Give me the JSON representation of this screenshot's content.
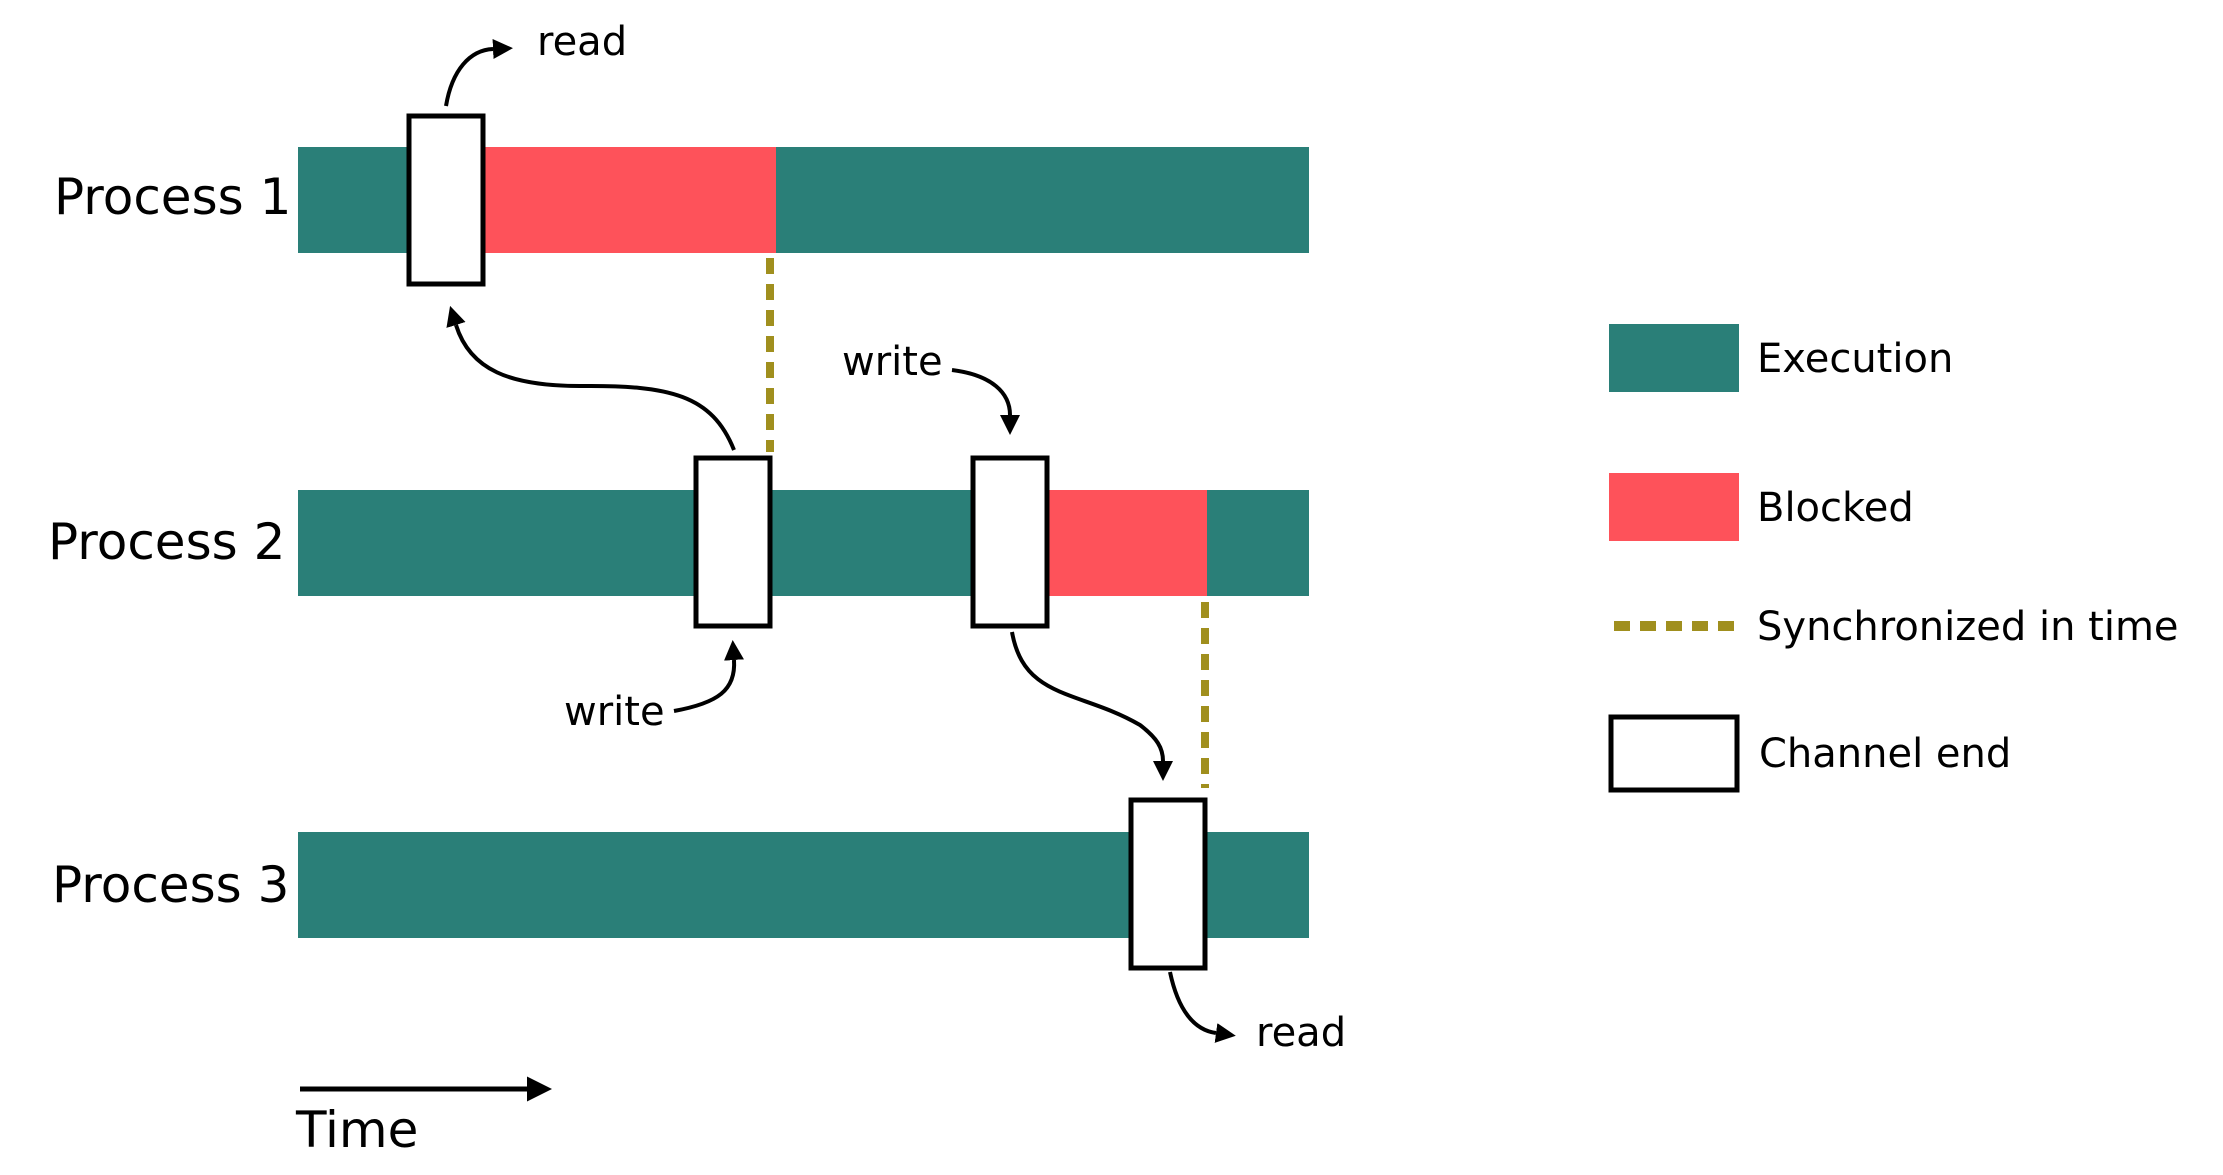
{
  "processes": [
    {
      "label": "Process 1"
    },
    {
      "label": "Process 2"
    },
    {
      "label": "Process 3"
    }
  ],
  "events": {
    "p1_read": "read",
    "p2_write_a": "write",
    "p2_write_b": "write",
    "p3_read": "read"
  },
  "time_label": "Time",
  "legend": {
    "execution": "Execution",
    "blocked": "Blocked",
    "synchronized": "Synchronized in time",
    "channel_end": "Channel end"
  },
  "colors": {
    "execution": "#2a7f78",
    "blocked": "#fe525a",
    "synchronized": "#a08f1e",
    "channel_fill": "#ffffff",
    "ink": "#000000"
  }
}
